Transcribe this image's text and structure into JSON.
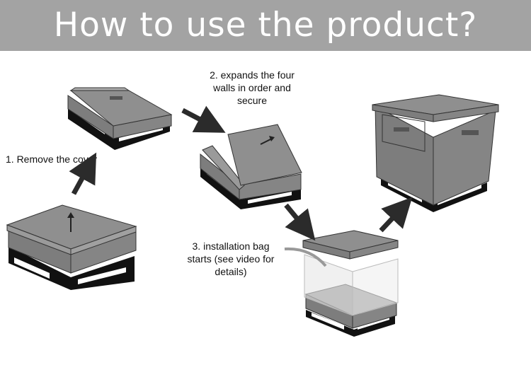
{
  "header": {
    "title": "How to use the product?"
  },
  "steps": {
    "step1": "1. Remove the cover",
    "step2_line1": "2. expands the four",
    "step2_line2": "walls in order and",
    "step2_line3": "secure",
    "step3_line1": "3. installation bag",
    "step3_line2": "starts (see video for",
    "step3_line3": "details)"
  },
  "colors": {
    "banner": "#a3a3a3",
    "box_top": "#8f8f8f",
    "box_side": "#7a7a7a",
    "pallet": "#151515",
    "arrow": "#2b2b2b"
  }
}
